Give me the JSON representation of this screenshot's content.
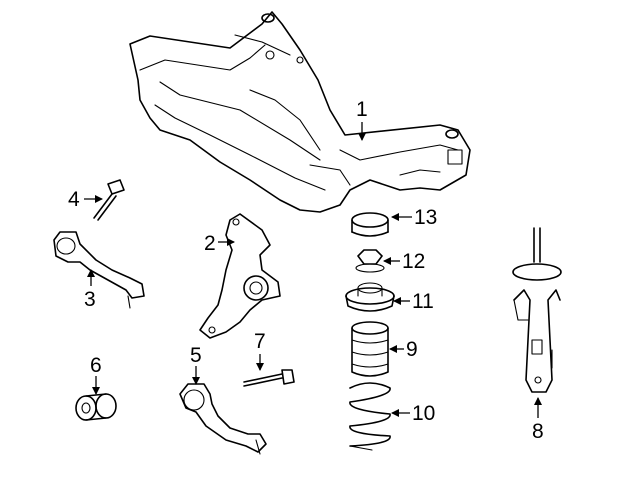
{
  "parts": [
    {
      "id": "crossmember",
      "number": "1"
    },
    {
      "id": "steering-knuckle",
      "number": "2"
    },
    {
      "id": "upper-control-arm",
      "number": "3"
    },
    {
      "id": "upper-arm-bolt",
      "number": "4"
    },
    {
      "id": "lower-control-arm",
      "number": "5"
    },
    {
      "id": "bushing",
      "number": "6"
    },
    {
      "id": "lower-arm-bolt",
      "number": "7"
    },
    {
      "id": "strut-assembly",
      "number": "8"
    },
    {
      "id": "bump-stop",
      "number": "9"
    },
    {
      "id": "coil-spring",
      "number": "10"
    },
    {
      "id": "upper-mount",
      "number": "11"
    },
    {
      "id": "mount-nut",
      "number": "12"
    },
    {
      "id": "dust-cap",
      "number": "13"
    }
  ]
}
